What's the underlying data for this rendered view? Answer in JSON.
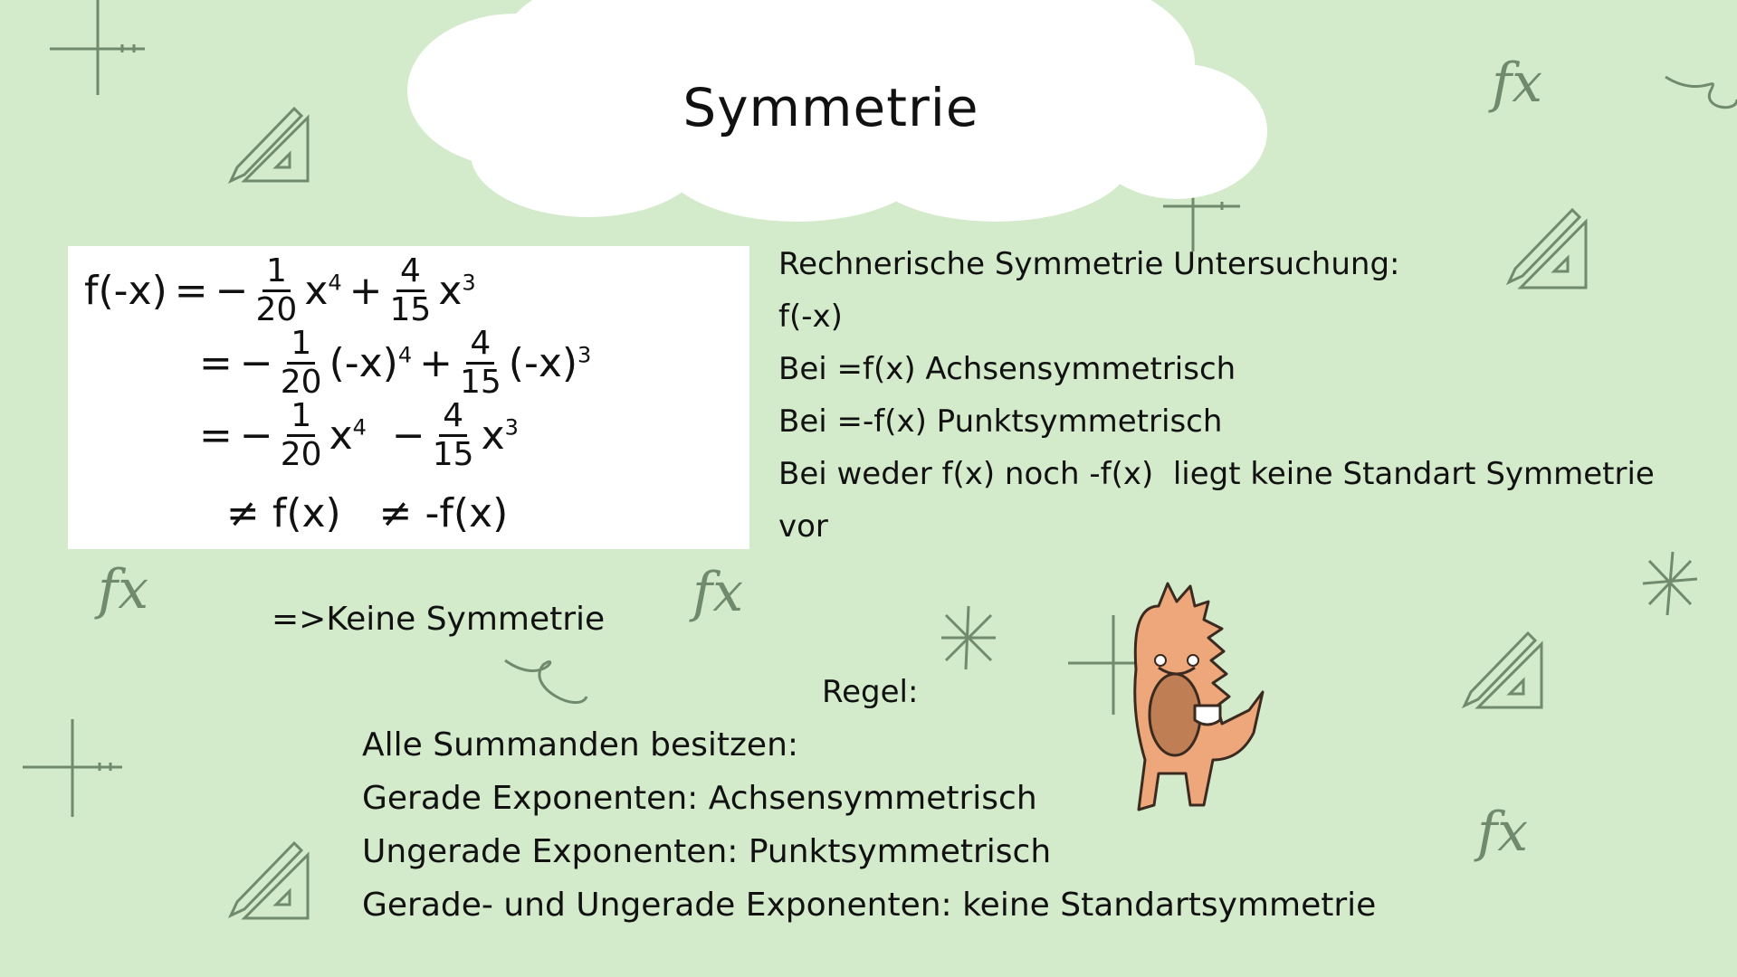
{
  "title": "Symmetrie",
  "colors": {
    "background": "#d3eacb",
    "cloud": "#ffffff",
    "doodle": "#6f8a6d",
    "dino": "#eda77b"
  },
  "math": {
    "line1": {
      "lhs": "f(-x)",
      "eq": "=",
      "sign1": "−",
      "f1_num": "1",
      "f1_den": "20",
      "term1": "x",
      "exp1": "4",
      "sign2": "+",
      "f2_num": "4",
      "f2_den": "15",
      "term2": "x",
      "exp2": "3"
    },
    "line2": {
      "eq": "=",
      "sign1": "−",
      "f1_num": "1",
      "f1_den": "20",
      "term1": "(-x)",
      "exp1": "4",
      "sign2": "+",
      "f2_num": "4",
      "f2_den": "15",
      "term2": "(-x)",
      "exp2": "3"
    },
    "line3": {
      "eq": "=",
      "sign1": "−",
      "f1_num": "1",
      "f1_den": "20",
      "term1": "x",
      "exp1": "4",
      "sign2": "−",
      "f2_num": "4",
      "f2_den": "15",
      "term2": "x",
      "exp2": "3"
    },
    "line4": "≠ f(x)   ≠ -f(x)"
  },
  "analysis": {
    "heading": "Rechnerische Symmetrie Untersuchung:",
    "lines": [
      "f(-x)",
      "Bei =f(x) Achsensymmetrisch",
      "Bei =-f(x) Punktsymmetrisch",
      "Bei weder f(x) noch -f(x)  liegt keine Standart Symmetrie",
      "vor"
    ]
  },
  "conclusion": "=>Keine Symmetrie",
  "rule": {
    "heading": "Regel:",
    "lines": [
      "Alle Summanden besitzen:",
      "Gerade Exponenten: Achsensymmetrisch",
      "Ungerade Exponenten: Punktsymmetrisch",
      "Gerade- und Ungerade Exponenten: keine Standartsymmetrie"
    ]
  },
  "icons": [
    "coordinate-axes-icon",
    "ruler-triangle-icon",
    "fx-icon",
    "sparkle-icon",
    "swirl-icon",
    "dinosaur-illustration"
  ]
}
